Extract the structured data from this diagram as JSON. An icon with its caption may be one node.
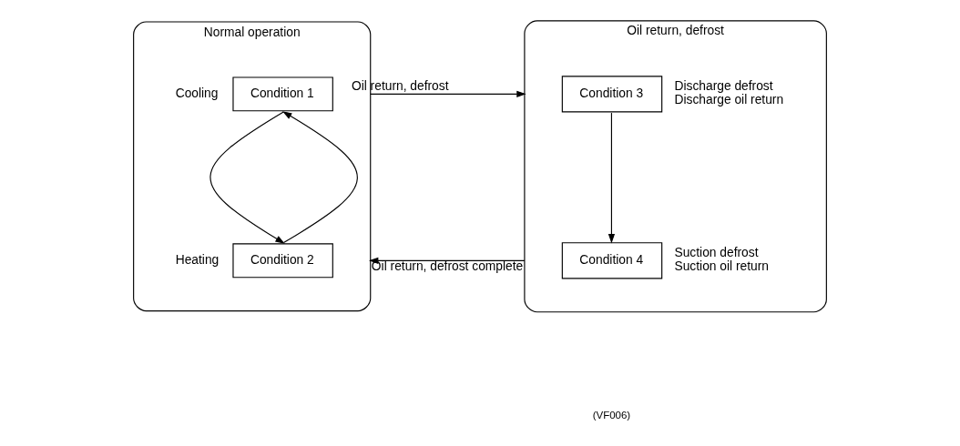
{
  "diagram": {
    "nodes": [
      {
        "text": [
          "Normal operation"
        ]
      },
      {
        "text": [
          "Condition 1"
        ],
        "in": 0,
        "beside": [
          "Cooling"
        ]
      },
      {
        "text": [
          "Condition 2"
        ],
        "in": 0,
        "beside": [
          "Heating"
        ]
      },
      {
        "text": [
          "Oil return, defrost"
        ]
      },
      {
        "text": [
          "Condition 3"
        ],
        "in": 3,
        "beside": [
          "Discharge defrost",
          "Discharge oil return"
        ]
      },
      {
        "text": [
          "Condition 4"
        ],
        "in": 3,
        "beside": [
          "Suction defrost",
          "Suction oil return"
        ]
      }
    ],
    "edges": [
      {
        "from": 1,
        "to": 2,
        "arrow": "to"
      },
      {
        "from": 2,
        "to": 1,
        "arrow": "to"
      },
      {
        "from": 0,
        "to": 3,
        "arrow": "to",
        "label": "Oil return, defrost"
      },
      {
        "from": 4,
        "to": 5,
        "arrow": "to"
      },
      {
        "from": 3,
        "to": 0,
        "arrow": "to",
        "label": "Oil return, defrost complete"
      }
    ],
    "labels": [
      "(VF006)"
    ]
  }
}
